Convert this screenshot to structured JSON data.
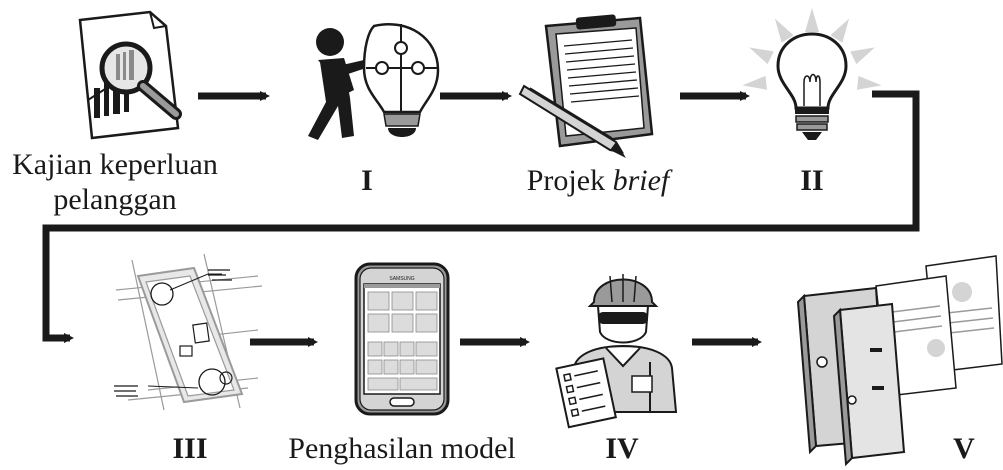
{
  "steps": {
    "customer_study": {
      "line1": "Kajian keperluan",
      "line2": "pelanggan"
    },
    "step_i": {
      "label": "I"
    },
    "project_brief": {
      "prefix": "Projek ",
      "italic": "brief"
    },
    "step_ii": {
      "label": "II"
    },
    "step_iii": {
      "label": "III"
    },
    "model_production": {
      "label": "Penghasilan model"
    },
    "step_iv": {
      "label": "IV"
    },
    "step_v": {
      "label": "V"
    }
  },
  "phone": {
    "brand": "SAMSUNG"
  },
  "colors": {
    "ink": "#1a1a1a",
    "gray": "#9a9a9a",
    "light_gray": "#d4d4d4",
    "paper": "#ffffff"
  }
}
